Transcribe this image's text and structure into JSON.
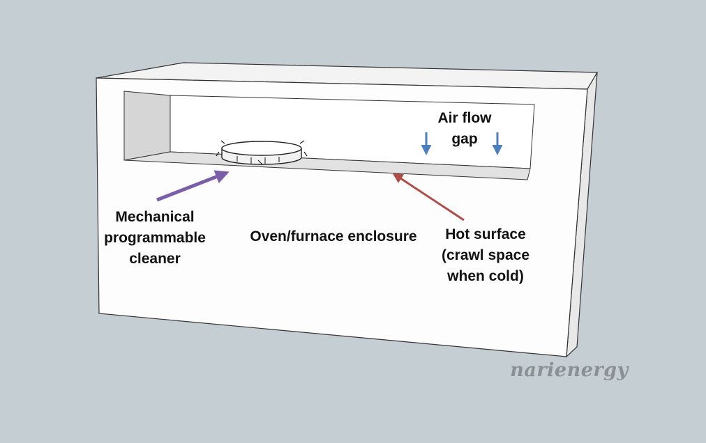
{
  "labels": {
    "air_flow_gap": [
      "Air flow",
      "gap"
    ],
    "mechanical_cleaner": [
      "Mechanical",
      "programmable",
      "cleaner"
    ],
    "enclosure": "Oven/furnace enclosure",
    "hot_surface": [
      "Hot surface",
      "(crawl space",
      "when cold)"
    ]
  },
  "watermark": "narienergy",
  "colors": {
    "background": "#c5ced3",
    "box_front": "#fdfdfd",
    "box_top": "#f3f3f3",
    "box_side": "#e8e8e8",
    "gap_shadow": "#d6d6d6",
    "airflow_arrow": "#4a7ebd",
    "cleaner_arrow": "#7b5ea8",
    "hot_surface_arrow": "#b04c48"
  }
}
